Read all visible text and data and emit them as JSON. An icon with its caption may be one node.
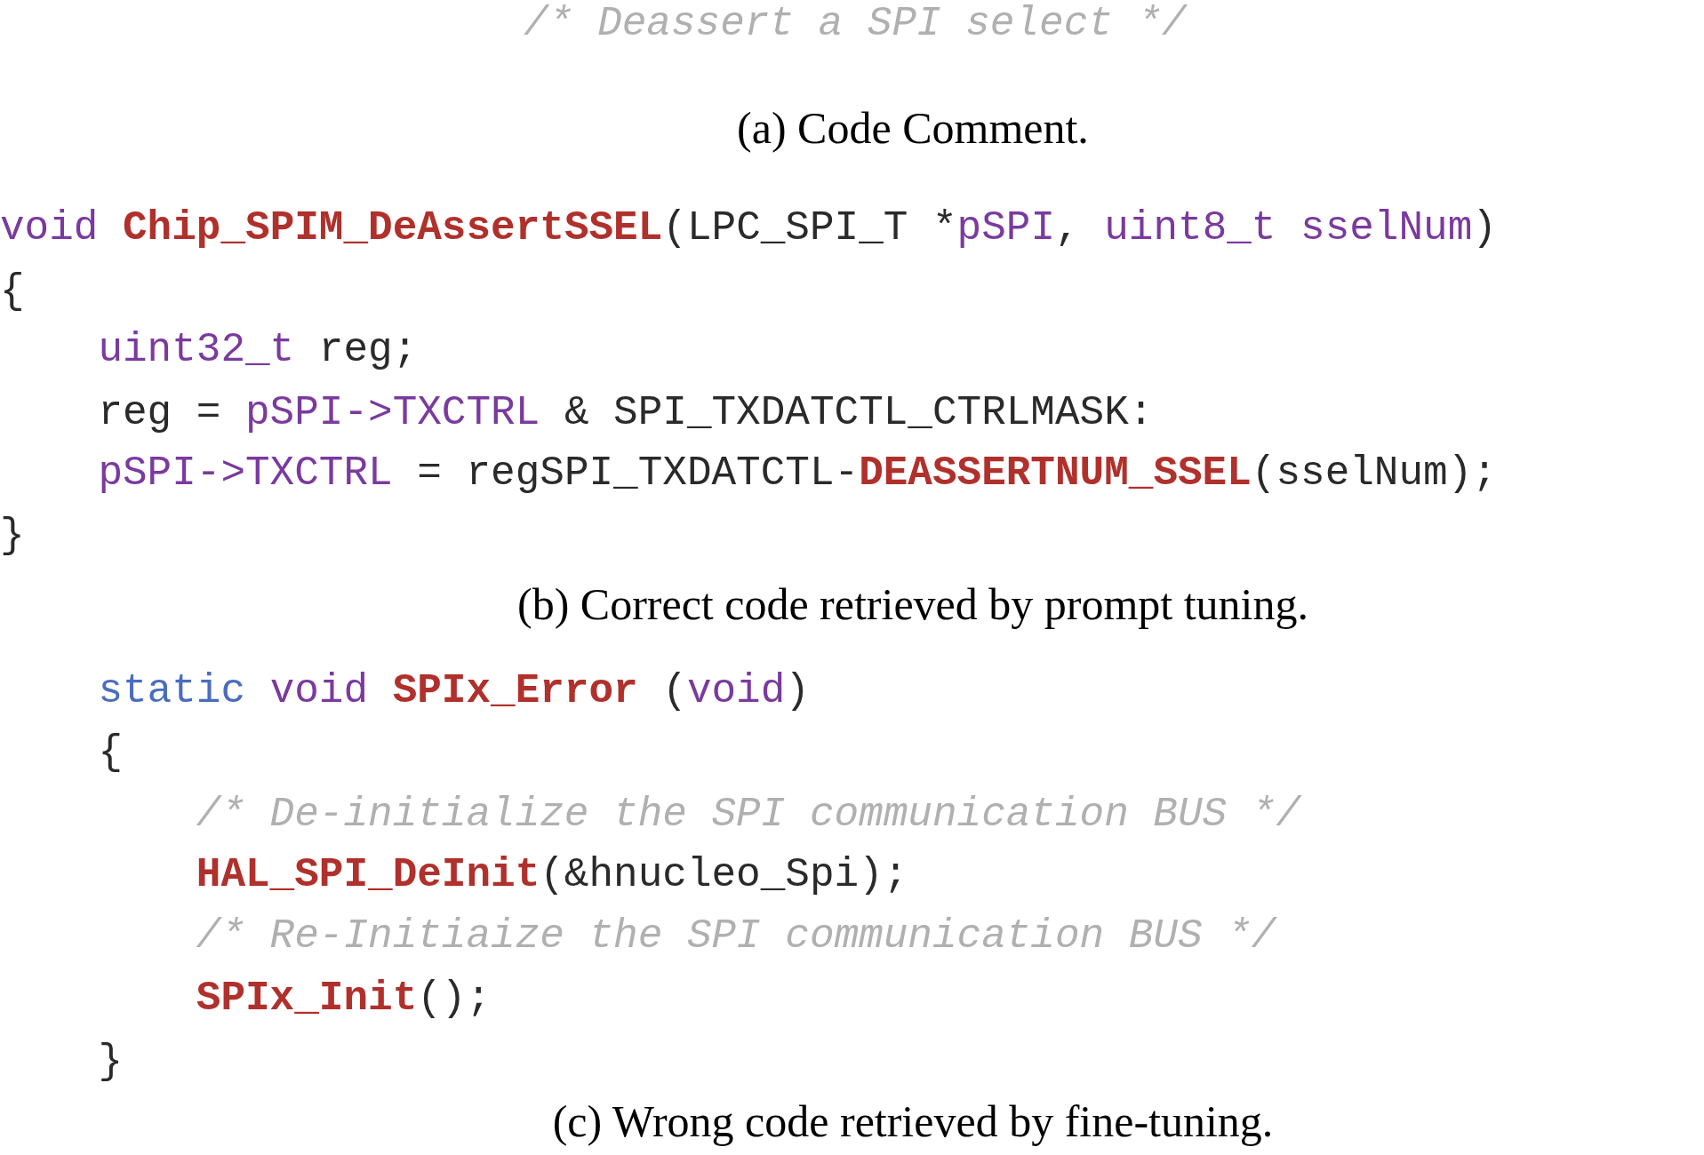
{
  "diagram": {
    "labels": [
      "/* Deassert a SPI select */",
      "(a) Code Comment.",
      "void",
      "Chip_SPIM_DeAssertSSEL",
      "(LPC_SPI_T *",
      "pSPI",
      ",",
      "uint8_t sselNum",
      ")",
      "{",
      "uint32_t",
      "reg;",
      "reg =",
      "pSPI->TXCTRL",
      "& SPI_TXDATCTL_CTRLMASK:",
      "pSPI->TXCTRL",
      "= regSPI_TXDATCTL-",
      "DEASSERTNUM_SSEL",
      "(sselNum);",
      "}",
      "(b) Correct code retrieved by prompt tuning.",
      "static",
      "void",
      "SPIx_Error",
      "(",
      "void",
      ")",
      "{",
      "/* De-initialize the SPI communication BUS */",
      "HAL_SPI_DeInit",
      "(&hnucleo_Spi);",
      "/* Re-Initiaize the SPI communication BUS */",
      "SPIx_Init",
      "();",
      "}",
      "(c) Wrong code retrieved by fine-tuning."
    ]
  }
}
